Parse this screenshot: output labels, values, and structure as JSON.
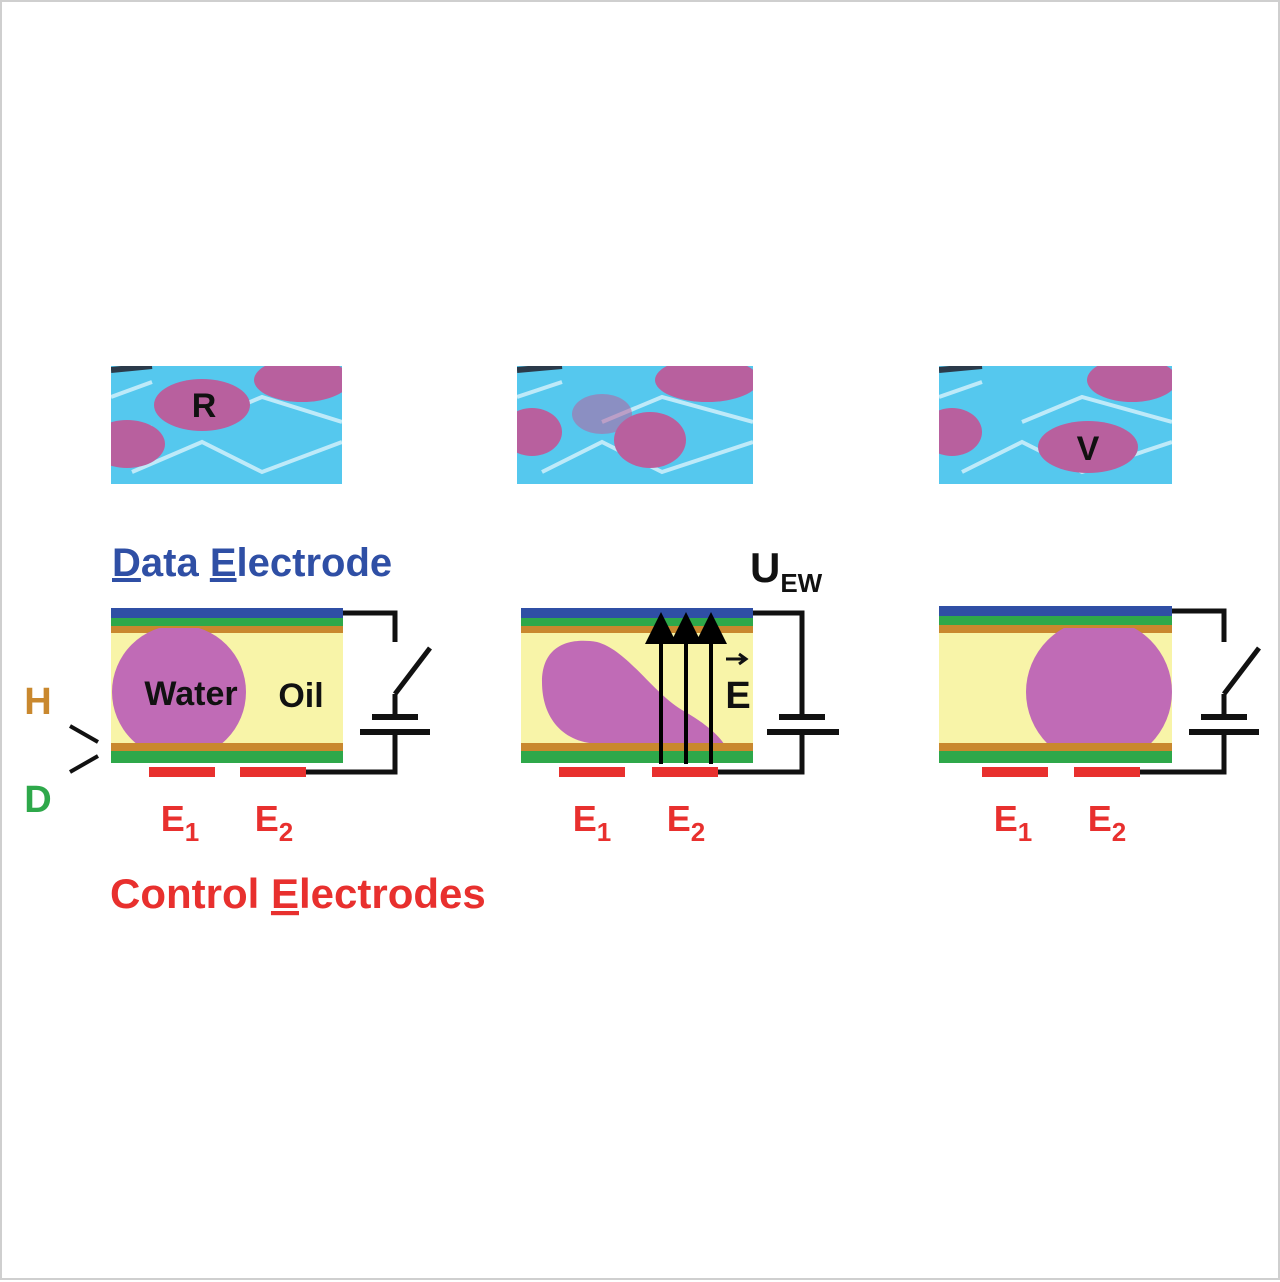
{
  "photos": [
    {
      "droplet_label": "R"
    },
    {
      "droplet_label": ""
    },
    {
      "droplet_label": "V"
    }
  ],
  "labels": {
    "data_electrode": {
      "underlined": "D",
      "part1": "ata ",
      "underlined2": "E",
      "part2": "lectrode"
    },
    "control_electrodes": {
      "part1": "Control ",
      "underlined": "E",
      "part2": "lectrodes"
    },
    "water": "Water",
    "oil": "Oil",
    "h": "H",
    "d": "D",
    "voltage": {
      "main": "U",
      "sub": "EW"
    },
    "field": "E",
    "electrodes": [
      {
        "main": "E",
        "sub": "1"
      },
      {
        "main": "E",
        "sub": "2"
      }
    ]
  },
  "colors": {
    "data_electrode": "#2f4fa5",
    "control_electrode": "#e8302e",
    "dielectric": "#2ea84a",
    "hydrophobic": "#c9882e",
    "oil": "#f8f4a8",
    "water": "#c06bb6",
    "photo_bg": "#55c8ee",
    "photo_droplet": "#b8609e"
  },
  "switch_states": [
    "open",
    "closed",
    "open"
  ]
}
